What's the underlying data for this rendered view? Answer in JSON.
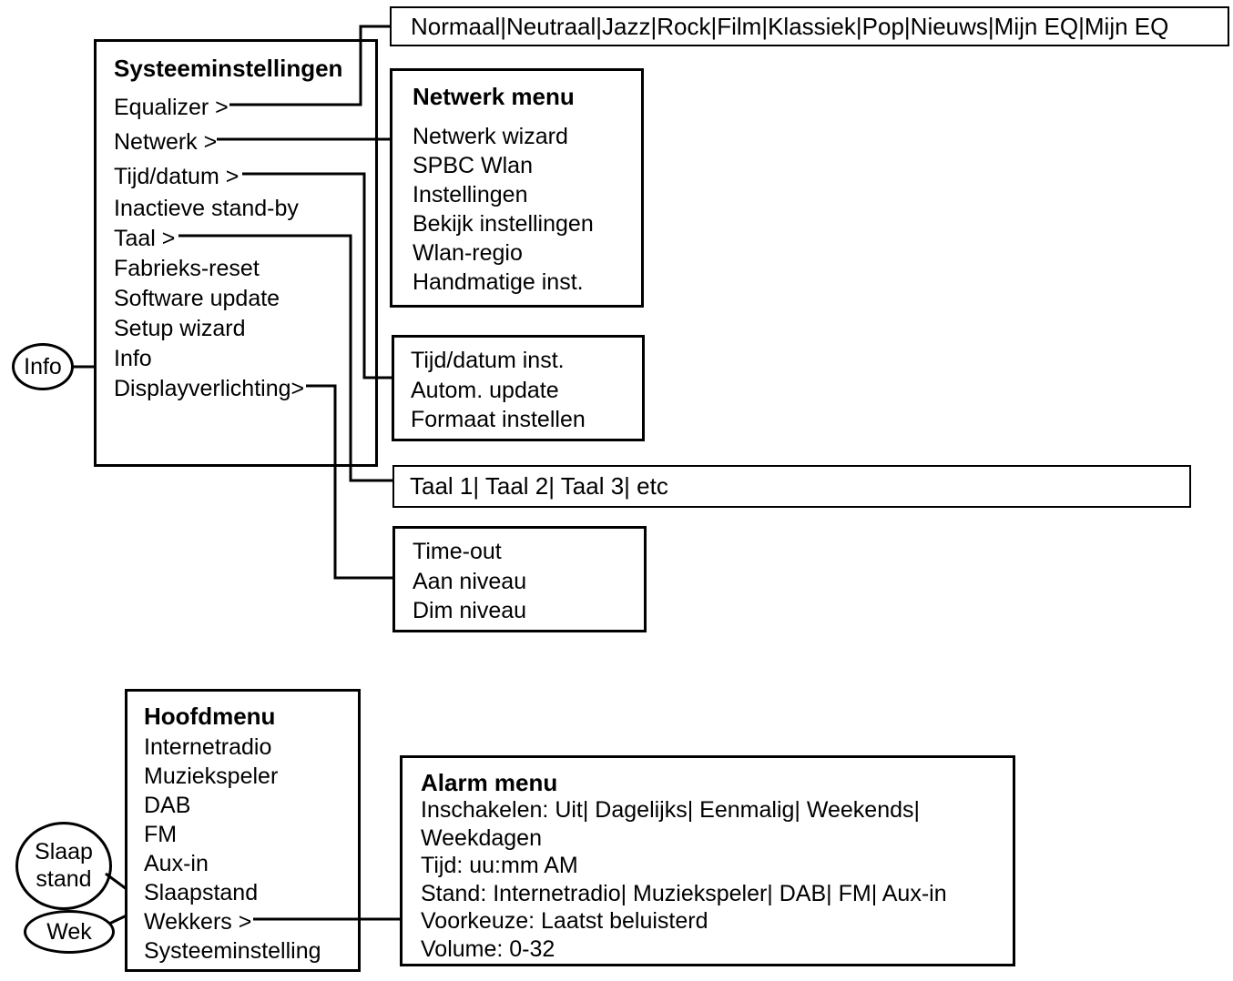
{
  "equalizer_presets": {
    "text": "Normaal|Neutraal|Jazz|Rock|Film|Klassiek|Pop|Nieuws|Mijn EQ|Mijn EQ"
  },
  "system_menu": {
    "title": "Systeeminstellingen",
    "items": [
      "Equalizer >",
      "Netwerk >",
      "Tijd/datum >",
      "Inactieve stand-by",
      "Taal >",
      "Fabrieks-reset",
      "Software update",
      "Setup wizard",
      "Info",
      "Displayverlichting>"
    ]
  },
  "network_menu": {
    "title": "Netwerk menu",
    "items": [
      "Netwerk wizard",
      "SPBC Wlan",
      "Instellingen",
      "Bekijk instellingen",
      "Wlan-regio",
      "Handmatige inst."
    ]
  },
  "time_date_menu": {
    "items": [
      "Tijd/datum inst.",
      "Autom. update",
      "Formaat instellen"
    ]
  },
  "language_box": {
    "text": "Taal 1| Taal 2| Taal 3| etc"
  },
  "backlight_menu": {
    "items": [
      "Time-out",
      "Aan niveau",
      "Dim niveau"
    ]
  },
  "main_menu": {
    "title": "Hoofdmenu",
    "items": [
      "Internetradio",
      "Muziekspeler",
      "DAB",
      "FM",
      "Aux-in",
      "Slaapstand",
      "Wekkers >",
      "Systeeminstelling"
    ]
  },
  "alarm_menu": {
    "title": "Alarm menu",
    "lines": [
      "Inschakelen: Uit| Dagelijks| Eenmalig| Weekends|",
      "Weekdagen",
      "Tijd: uu:mm AM",
      "Stand: Internetradio| Muziekspeler| DAB| FM| Aux-in",
      "Voorkeuze: Laatst beluisterd",
      "Volume: 0-32"
    ]
  },
  "ovals": {
    "info": "Info",
    "sleep": "Slaap\nstand",
    "wake": "Wek"
  }
}
